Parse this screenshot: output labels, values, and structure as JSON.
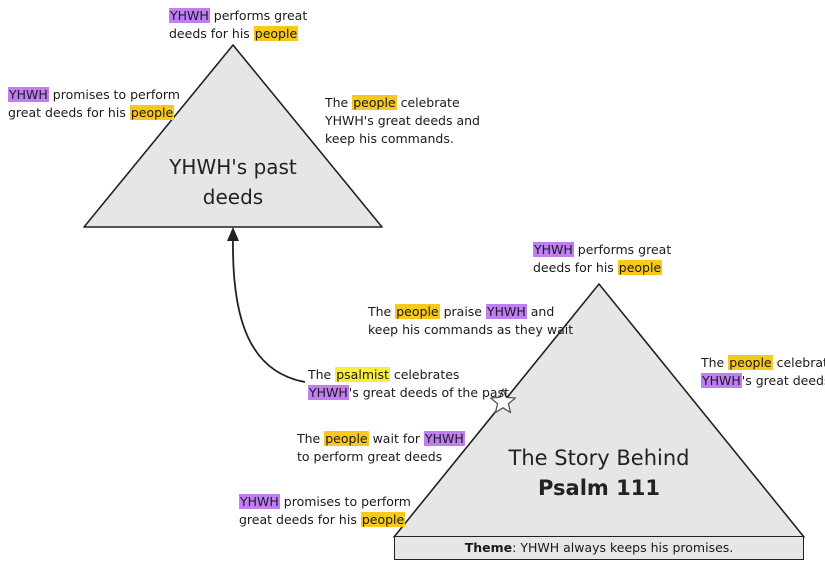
{
  "colors": {
    "yhwh_highlight": "#c07ef2",
    "people_highlight": "#f7c81e",
    "psalmist_highlight": "#f7f03a",
    "triangle_fill": "#e6e6e6",
    "stroke": "#222222"
  },
  "top_triangle": {
    "title": "YHWH's past deeds",
    "labels": [
      [
        {
          "t": "YHWH",
          "hl": "yhwh"
        },
        {
          "t": " performs great"
        },
        {
          "br": true
        },
        {
          "t": "deeds for his "
        },
        {
          "t": "people",
          "hl": "people"
        }
      ],
      [
        {
          "t": "YHWH",
          "hl": "yhwh"
        },
        {
          "t": " promises to perform"
        },
        {
          "br": true
        },
        {
          "t": "great deeds for his "
        },
        {
          "t": "people",
          "hl": "people"
        }
      ],
      [
        {
          "t": "The "
        },
        {
          "t": "people",
          "hl": "people"
        },
        {
          "t": " celebrate"
        },
        {
          "br": true
        },
        {
          "t": "YHWH's great deeds and"
        },
        {
          "br": true
        },
        {
          "t": "keep his commands."
        }
      ]
    ]
  },
  "bottom_triangle": {
    "title_line1": "The Story Behind",
    "title_line2": "Psalm 111",
    "labels": [
      [
        {
          "t": "YHWH",
          "hl": "yhwh"
        },
        {
          "t": " performs great"
        },
        {
          "br": true
        },
        {
          "t": "deeds for his "
        },
        {
          "t": "people",
          "hl": "people"
        }
      ],
      [
        {
          "t": "The "
        },
        {
          "t": "people",
          "hl": "people"
        },
        {
          "t": " praise "
        },
        {
          "t": "YHWH",
          "hl": "yhwh"
        },
        {
          "t": " and"
        },
        {
          "br": true
        },
        {
          "t": "keep his commands as they wait"
        }
      ],
      [
        {
          "t": "The "
        },
        {
          "t": "people",
          "hl": "people"
        },
        {
          "t": " celebrate"
        },
        {
          "br": true
        },
        {
          "t": "YHWH",
          "hl": "yhwh"
        },
        {
          "t": "'s great deeds"
        }
      ],
      [
        {
          "t": "The "
        },
        {
          "t": "psalmist",
          "hl": "psalmist"
        },
        {
          "t": " celebrates"
        },
        {
          "br": true
        },
        {
          "t": "YHWH",
          "hl": "yhwh"
        },
        {
          "t": "'s great deeds of the past"
        }
      ],
      [
        {
          "t": "The "
        },
        {
          "t": "people",
          "hl": "people"
        },
        {
          "t": " wait for "
        },
        {
          "t": "YHWH",
          "hl": "yhwh"
        },
        {
          "br": true
        },
        {
          "t": "to perform great deeds"
        }
      ],
      [
        {
          "t": "YHWH",
          "hl": "yhwh"
        },
        {
          "t": " promises to perform"
        },
        {
          "br": true
        },
        {
          "t": "great deeds for his "
        },
        {
          "t": "people",
          "hl": "people"
        }
      ]
    ]
  },
  "theme": {
    "label": "Theme",
    "text": ": YHWH always keeps his promises."
  },
  "icons": {
    "marker": "star-icon",
    "arrow": "arrow-icon"
  }
}
